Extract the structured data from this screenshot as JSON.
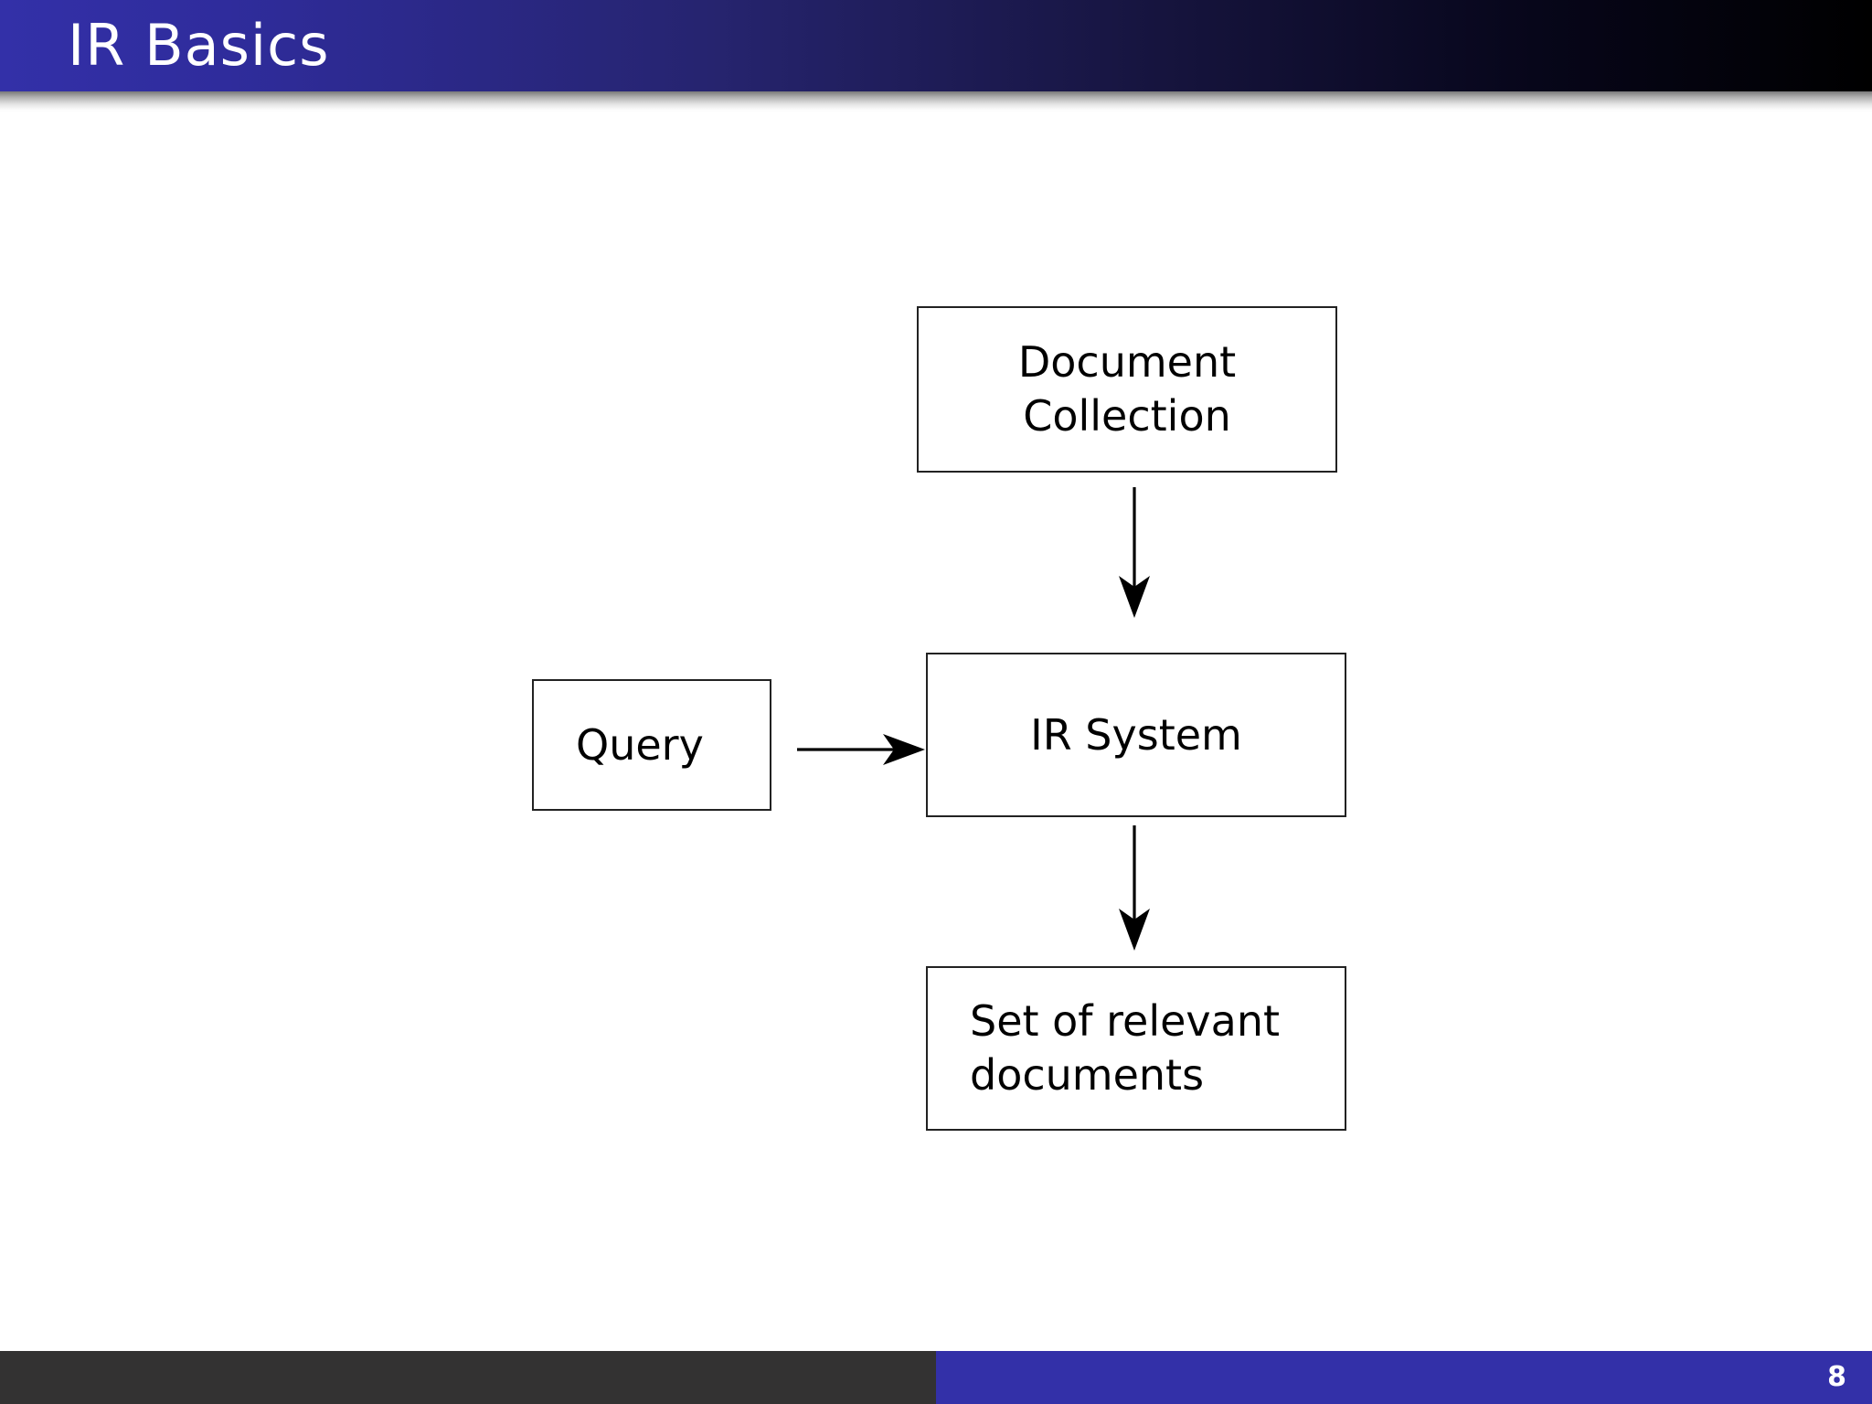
{
  "slide": {
    "title": "IR Basics",
    "page_number": "8",
    "colors": {
      "header_blue": "#3330a8",
      "header_black": "#000000",
      "footer_blue": "#3330a8",
      "footer_dark": "#333232",
      "node_border": "#222222",
      "node_fill": "#ffffff",
      "text": "#000000",
      "title_text": "#ffffff",
      "background": "#ffffff"
    }
  },
  "diagram": {
    "type": "flowchart",
    "nodes": [
      {
        "id": "document-collection",
        "label": "Document\nCollection",
        "align": "center"
      },
      {
        "id": "query",
        "label": "Query",
        "align": "left"
      },
      {
        "id": "ir-system",
        "label": "IR System",
        "align": "center"
      },
      {
        "id": "relevant-documents",
        "label": "Set of relevant\ndocuments",
        "align": "left"
      }
    ],
    "edges": [
      {
        "id": "edge-collection-to-system",
        "from": "document-collection",
        "to": "ir-system",
        "direction": "down",
        "label": ""
      },
      {
        "id": "edge-query-to-system",
        "from": "query",
        "to": "ir-system",
        "direction": "right",
        "label": ""
      },
      {
        "id": "edge-system-to-results",
        "from": "ir-system",
        "to": "relevant-documents",
        "direction": "down",
        "label": ""
      }
    ]
  }
}
